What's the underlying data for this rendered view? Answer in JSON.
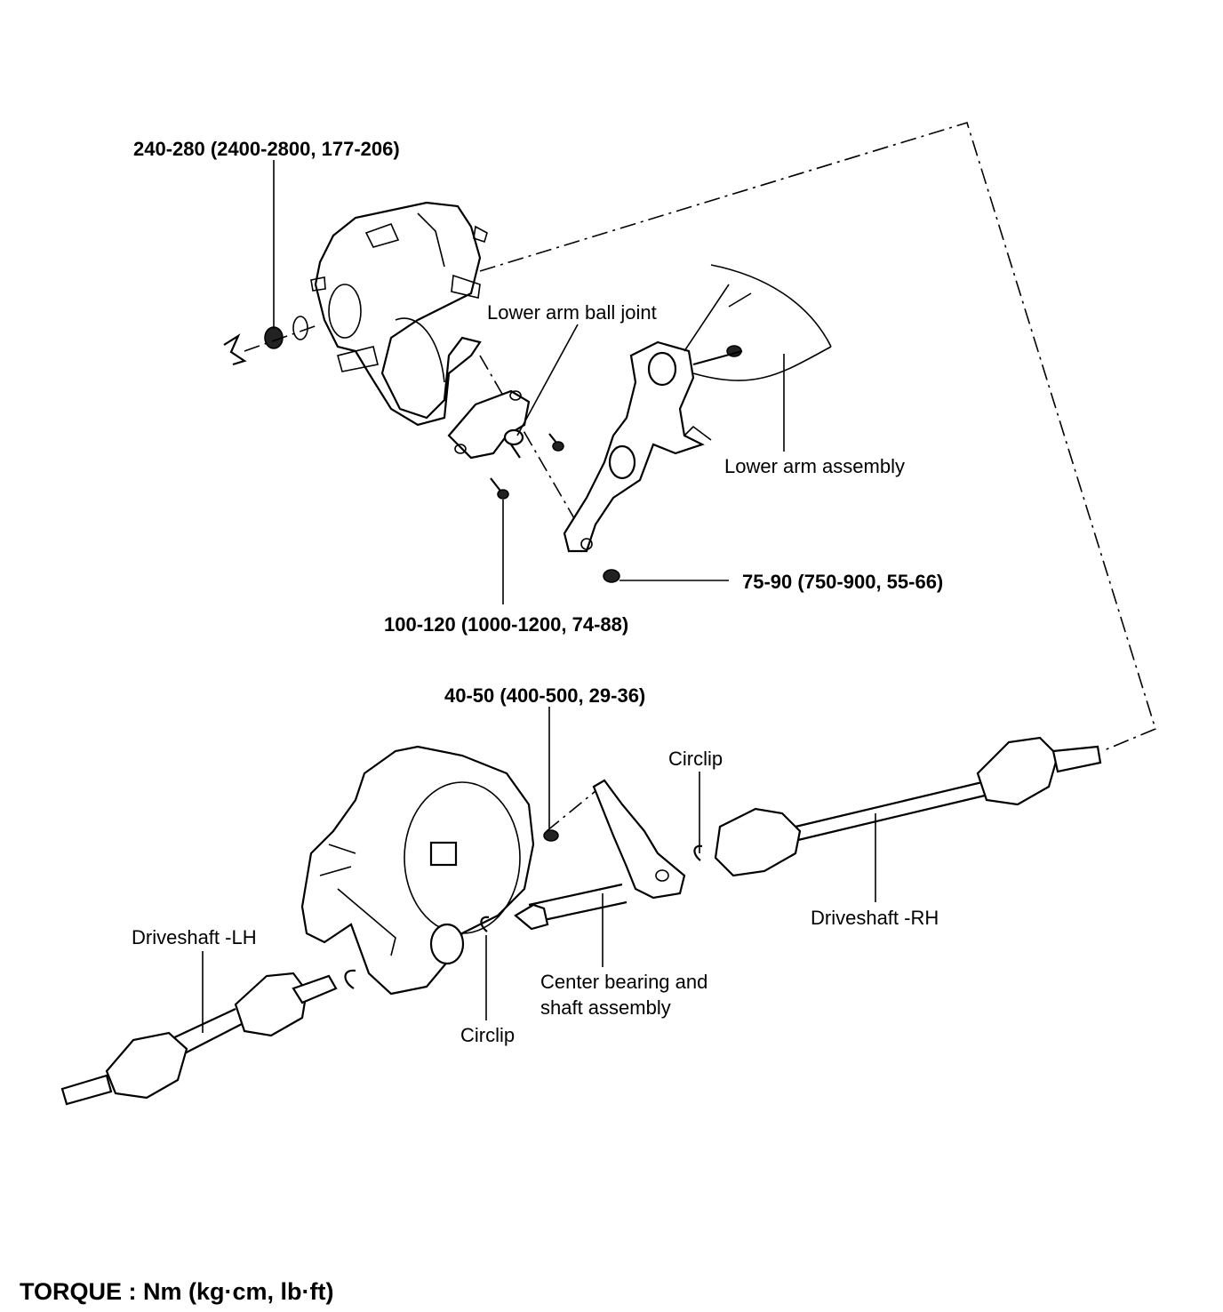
{
  "labels": {
    "torque_knuckle_nut": "240-280 (2400-2800, 177-206)",
    "lower_arm_ball_joint": "Lower arm ball joint",
    "lower_arm_assembly": "Lower arm assembly",
    "torque_lower_arm_nut": "75-90 (750-900, 55-66)",
    "torque_ball_joint_bolt": "100-120 (1000-1200, 74-88)",
    "torque_center_bearing_bolt": "40-50 (400-500, 29-36)",
    "circlip_rh": "Circlip",
    "driveshaft_rh": "Driveshaft -RH",
    "driveshaft_lh": "Driveshaft -LH",
    "center_bearing_line1": "Center bearing and",
    "center_bearing_line2": "shaft assembly",
    "circlip_center": "Circlip"
  },
  "footer": "TORQUE : Nm (kg·cm, lb·ft)"
}
